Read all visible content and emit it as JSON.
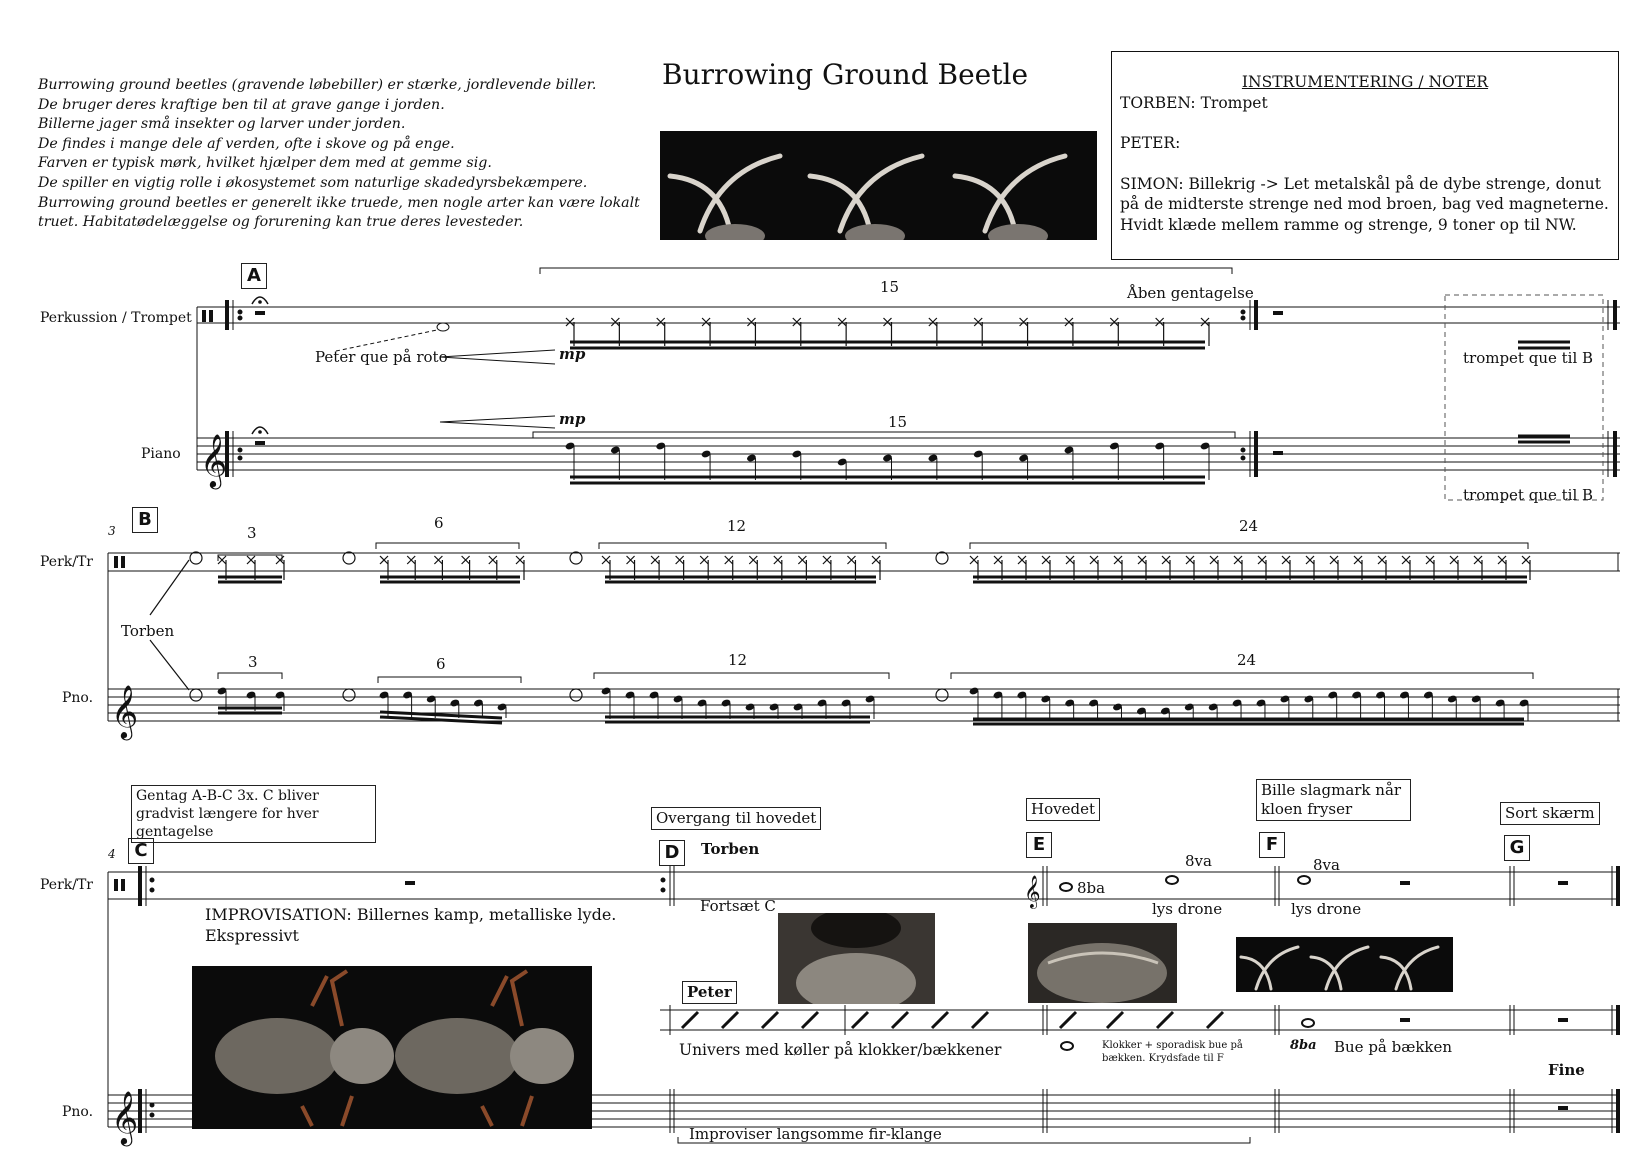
{
  "title": "Burrowing Ground Beetle",
  "intro_lines": [
    "Burrowing ground beetles (gravende løbebiller) er stærke, jordlevende biller.",
    "De bruger deres kraftige ben til at grave gange i jorden.",
    "Billerne jager små insekter og larver under jorden.",
    "De findes i mange dele af verden, ofte i skove og på enge.",
    "Farven er typisk mørk, hvilket hjælper dem med at gemme sig.",
    "De spiller en vigtig rolle i økosystemet som naturlige skadedyrsbekæmpere.",
    "Burrowing ground beetles er generelt ikke truede, men nogle arter kan være lokalt",
    "truet. Habitatødelæggelse og forurening kan true deres levesteder."
  ],
  "notes_box": {
    "heading": "INSTRUMENTERING / NOTER",
    "torben": "TORBEN: Trompet",
    "peter": "PETER:",
    "simon": "SIMON: Billekrig -> Let metalskål på de dybe strenge, donut på de midterste strenge ned mod broen, bag ved magneterne. Hvidt klæde mellem ramme og strenge, 9 toner op til NW."
  },
  "system1": {
    "rehearsal": "A",
    "perc_label": "Perkussion / Trompet",
    "piano_label": "Piano",
    "tuplet_perc": "15",
    "tuplet_piano": "15",
    "open_repeat": "Åben gentagelse",
    "peter_cue": "Peter que på roto",
    "dyn_perc": "mp",
    "dyn_piano": "mp",
    "trompet_cue_1": "trompet que til B",
    "trompet_cue_2": "trompet que til B"
  },
  "system2": {
    "measure_no": "3",
    "rehearsal": "B",
    "perc_label": "Perk/Tr",
    "piano_label": "Pno.",
    "tuplets": [
      "3",
      "6",
      "12",
      "24"
    ],
    "torben_label": "Torben"
  },
  "system3": {
    "measure_no": "4",
    "perc_label": "Perk/Tr",
    "piano_label": "Pno.",
    "repeat_box": "Gentag A-B-C 3x. C bliver gradvist længere for hver gentagelse",
    "overgang_box": "Overgang til hovedet",
    "hovedet_box": "Hovedet",
    "bille_box": "Bille slagmark når kloen fryser",
    "sort_box": "Sort skærm",
    "rehearsals": [
      "C",
      "D",
      "E",
      "F",
      "G"
    ],
    "torben_bold": "Torben",
    "fortsaet": "Fortsæt C",
    "improv": "IMPROVISATION: Billernes kamp, metalliske lyde.",
    "ekspressivt": "Ekspressivt",
    "octave_8ba": "8ba",
    "octave_8va_1": "8va",
    "octave_8va_2": "8va",
    "lys_drone_1": "lys drone",
    "lys_drone_2": "lys drone",
    "peter_box": "Peter",
    "univers": "Univers med køller på klokker/bækkener",
    "klokker_note": "Klokker + sporadisk bue på bækken. Krydsfade til F",
    "bue": "Bue på bækken",
    "fine": "Fine",
    "improviser": "Improviser langsomme fir-klange",
    "octave_8ba_2": "8ba"
  }
}
